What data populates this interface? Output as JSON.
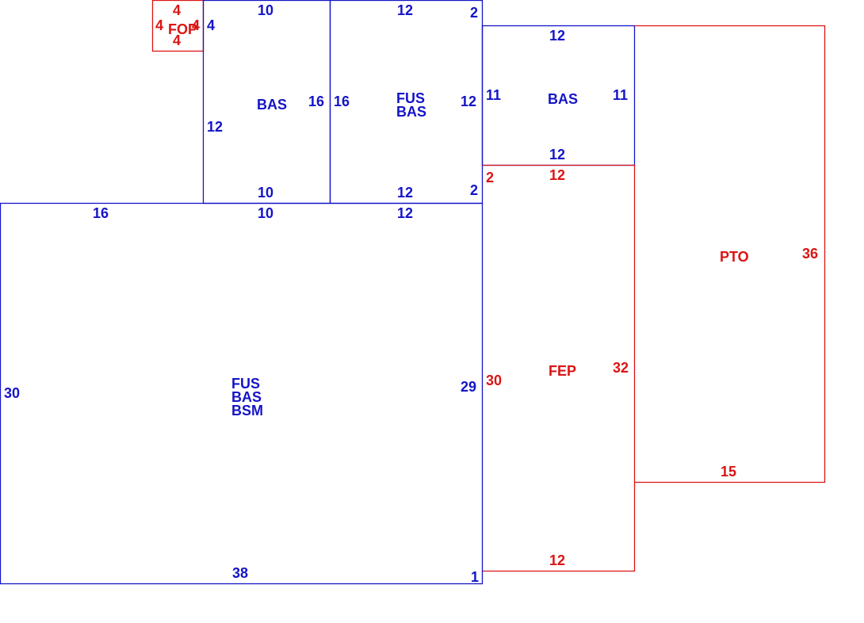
{
  "colors": {
    "blue": "#1414c8",
    "red": "#dc1414"
  },
  "areas": {
    "fop": "FOP",
    "bas_upper_left": "BAS",
    "fus_bas_upper": [
      "FUS",
      "BAS"
    ],
    "bas_right": "BAS",
    "fep": "FEP",
    "pto": "PTO",
    "main": [
      "FUS",
      "BAS",
      "BSM"
    ]
  },
  "dimensions": {
    "fop_top": "4",
    "fop_left": "4",
    "fop_right": "4",
    "fop_bottom": "4",
    "bas_ul_top": "10",
    "bas_ul_left_a": "4",
    "bas_ul_left_b": "12",
    "bas_ul_right": "16",
    "bas_ul_bottom": "10",
    "fus_top": "12",
    "fus_top_right": "2",
    "fus_left": "16",
    "fus_right": "12",
    "fus_bottom": "12",
    "fus_bottom_right": "2",
    "bas_r_top": "12",
    "bas_r_left": "11",
    "bas_r_right": "11",
    "bas_r_bottom": "12",
    "fep_top": "12",
    "fep_top_left": "2",
    "fep_left": "30",
    "fep_right": "32",
    "fep_bottom": "12",
    "pto_right": "36",
    "pto_bottom": "15",
    "main_top_left": "16",
    "main_top_mid": "10",
    "main_top_right": "12",
    "main_left": "30",
    "main_right": "29",
    "main_bottom": "38",
    "main_bottom_right": "1"
  }
}
